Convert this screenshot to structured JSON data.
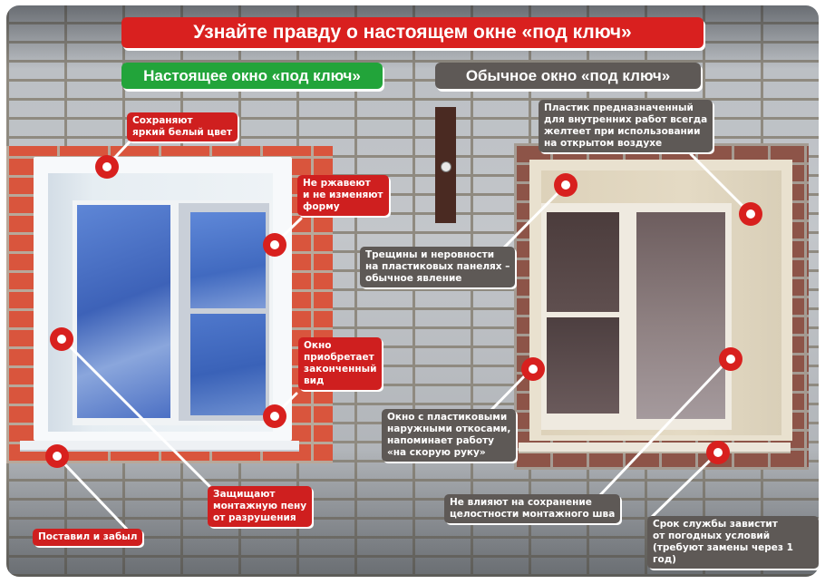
{
  "header": {
    "title": "Узнайте правду о настоящем окне «под ключ»",
    "left_heading": "Настоящее окно «под ключ»",
    "right_heading": "Обычное окно «под ключ»"
  },
  "colors": {
    "title_bg": "#d9201f",
    "left_heading_bg": "#22a43a",
    "right_heading_bg": "#5e5956",
    "marker": "#d8201e",
    "label_red": "#cf1f1f",
    "label_gray": "#5e5956"
  },
  "left_window": {
    "labels": [
      "Сохраняют\nяркий белый цвет",
      "Не ржавеют\nи не изменяют\nформу",
      "Окно\nприобретает\nзаконченный\nвид",
      "Защищают\nмонтажную пену\nот разрушения",
      "Поставил и забыл"
    ]
  },
  "right_window": {
    "labels": [
      "Пластик предназначенный\nдля внутренних работ всегда\nжелтеет при использовании\nна открытом воздухе",
      "Трещины и неровности\nна пластиковых панелях –\nобычное явление",
      "Окно с пластиковыми\nнаружными откосами,\nнапоминает работу\n«на скорую руку»",
      "Не влияют на сохранение\nцелостности монтажного шва",
      "Срок службы завистит\nот погодных условий\n(требуют замены через 1 год)"
    ]
  },
  "icons": {
    "marker": "red-ring-marker-icon"
  }
}
